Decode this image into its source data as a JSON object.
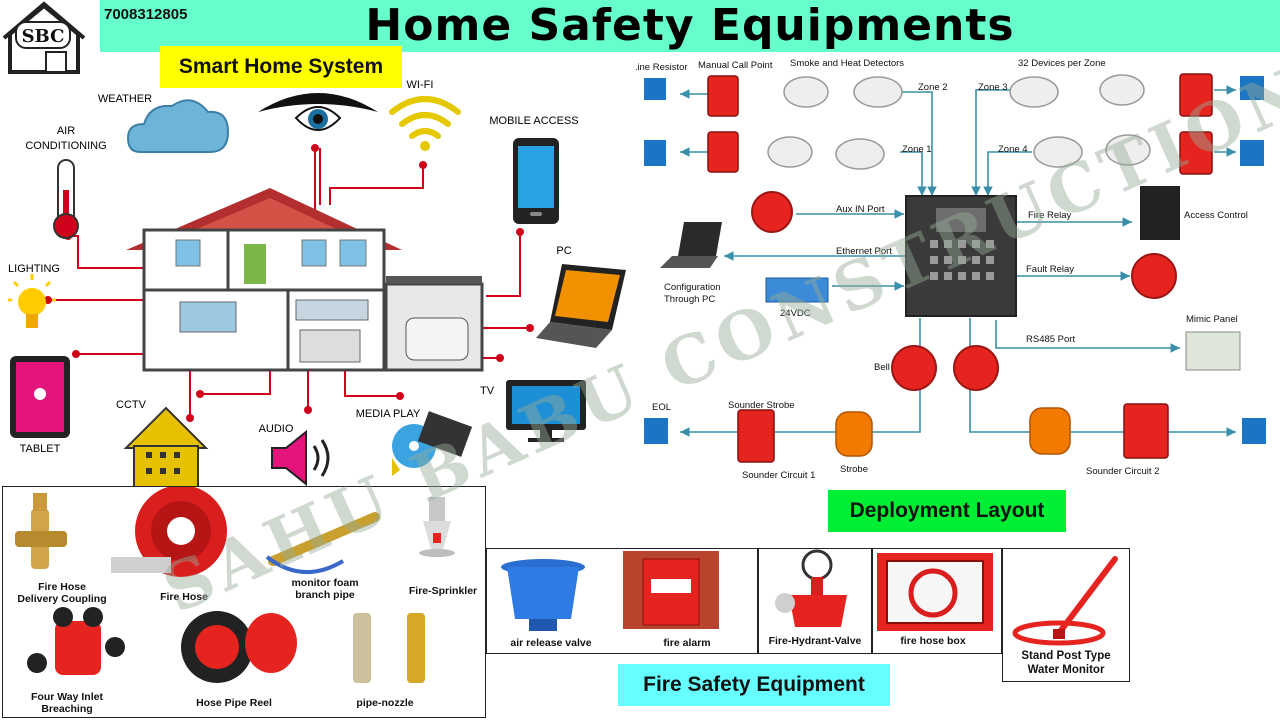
{
  "header": {
    "title": "Home Safety Equipments",
    "phone": "7008312805",
    "logo_text": "SBC"
  },
  "sections": {
    "smart_home": "Smart Home System",
    "deployment": "Deployment Layout",
    "fire_safety": "Fire Safety Equipment"
  },
  "smart_home": {
    "weather": "WEATHER",
    "wifi": "WI-FI",
    "air_conditioning": "AIR\nCONDITIONING",
    "mobile": "MOBILE ACCESS",
    "lighting": "LIGHTING",
    "pc": "PC",
    "tablet": "TABLET",
    "cctv": "CCTV",
    "audio": "AUDIO",
    "media": "MEDIA PLAY",
    "tv": "TV"
  },
  "deployment": {
    "eol_resistor": "End of Line Resistor",
    "manual_call_point": "Manual Call Point",
    "smoke_heat": "Smoke and Heat Detectors",
    "devices_per_zone": "32 Devices per Zone",
    "zone2": "Zone 2",
    "zone3": "Zone 3",
    "zone1": "Zone 1",
    "zone4": "Zone 4",
    "aux_in": "Aux IN Port",
    "ethernet": "Ethernet Port",
    "fire_relay": "Fire Relay",
    "access_control": "Access Control",
    "fault_relay": "Fault Relay",
    "config_pc": "Configuration\nThrough PC",
    "vdc": "24VDC",
    "mimic": "Mimic Panel",
    "rs485": "RS485 Port",
    "bell": "Bell",
    "eol": "EOL",
    "sounder_strobe": "Sounder Strobe",
    "sounder1": "Sounder Circuit 1",
    "strobe": "Strobe",
    "sounder2": "Sounder Circuit 2"
  },
  "equipment": {
    "coupling": "Fire Hose\nDelivery Coupling",
    "fire_hose": "Fire Hose",
    "foam": "monitor foam\nbranch pipe",
    "sprinkler": "Fire-Sprinkler",
    "inlet": "Four Way Inlet\nBreaching",
    "reel": "Hose Pipe Reel",
    "nozzle": "pipe-nozzle",
    "air_valve": "air release  valve",
    "fire_alarm": "fire alarm",
    "hydrant": "Fire-Hydrant-Valve",
    "hose_box": "fire hose box",
    "stand_post": "Stand Post Type\nWater Monitor"
  },
  "watermark": "SAHU BABU CONSTRUCTION",
  "colors": {
    "title_bg": "#66ffcc",
    "smart_home_bg": "#ffff00",
    "deployment_bg": "#00ee33",
    "fire_safety_bg": "#66ffff",
    "alarm_red": "#e52420",
    "line_blue": "#3a8fa8",
    "wire_red": "#d0021b"
  }
}
